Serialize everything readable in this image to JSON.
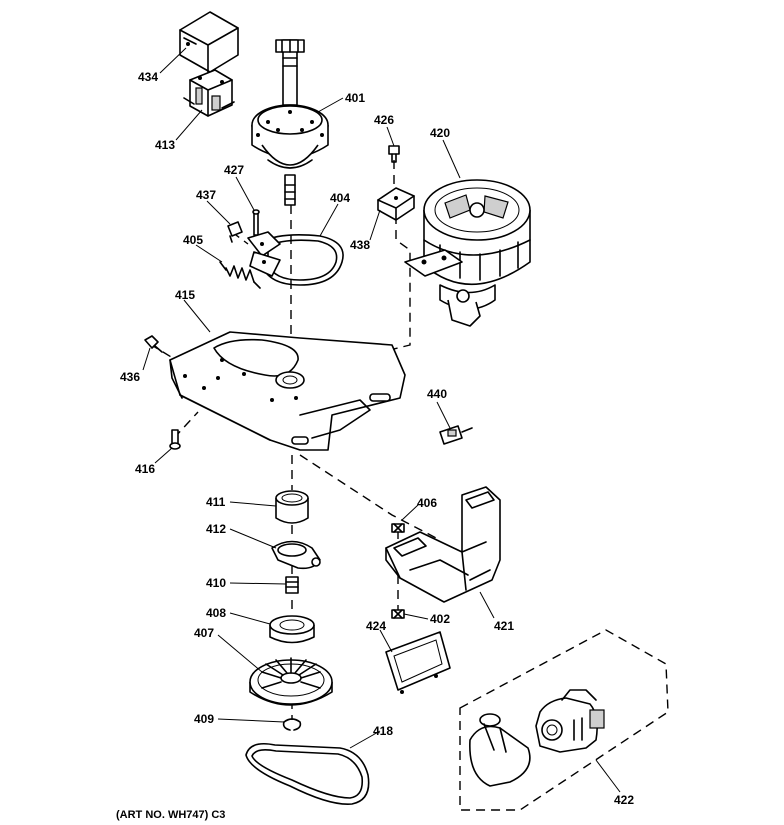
{
  "labels": {
    "p434": "434",
    "p413": "413",
    "p401": "401",
    "p426": "426",
    "p420": "420",
    "p427": "427",
    "p437": "437",
    "p404": "404",
    "p405": "405",
    "p438": "438",
    "p415": "415",
    "p436": "436",
    "p440": "440",
    "p416": "416",
    "p411": "411",
    "p406": "406",
    "p412": "412",
    "p410": "410",
    "p408": "408",
    "p402": "402",
    "p421": "421",
    "p424": "424",
    "p407": "407",
    "p409": "409",
    "p418": "418",
    "p422": "422"
  },
  "footer": {
    "art_number": "(ART NO. WH747) C3"
  }
}
